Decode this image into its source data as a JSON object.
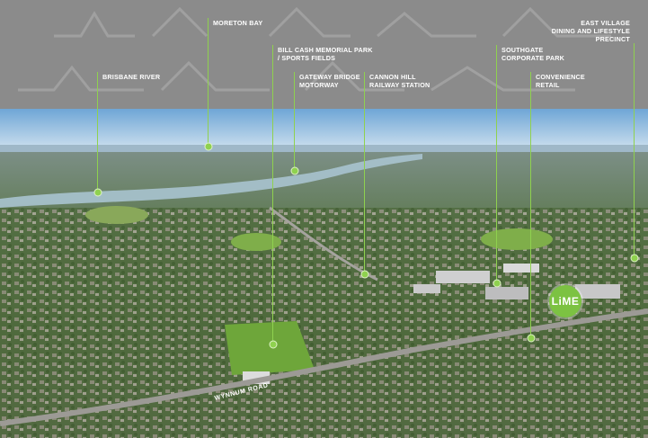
{
  "labels": [
    {
      "id": "moreton-bay",
      "text": "MORETON BAY"
    },
    {
      "id": "bill-cash",
      "text": "BILL CASH MEMORIAL PARK\n/ SPORTS FIELDS"
    },
    {
      "id": "east-village",
      "text": "EAST VILLAGE\nDINING AND LIFESTYLE\nPRECINCT"
    },
    {
      "id": "southgate",
      "text": "SOUTHGATE\nCORPORATE PARK"
    },
    {
      "id": "brisbane-river",
      "text": "BRISBANE RIVER"
    },
    {
      "id": "gateway",
      "text": "GATEWAY BRIDGE\nMOTORWAY"
    },
    {
      "id": "cannon-hill",
      "text": "CANNON HILL\nRAILWAY STATION"
    },
    {
      "id": "convenience",
      "text": "CONVENIENCE\nRETAIL"
    }
  ],
  "logo": {
    "text": "LiME",
    "color": "#7cc242"
  },
  "road_label": "WYNNUM ROAD",
  "colors": {
    "accent": "#8fd14f",
    "band": "#8b8b8b"
  }
}
